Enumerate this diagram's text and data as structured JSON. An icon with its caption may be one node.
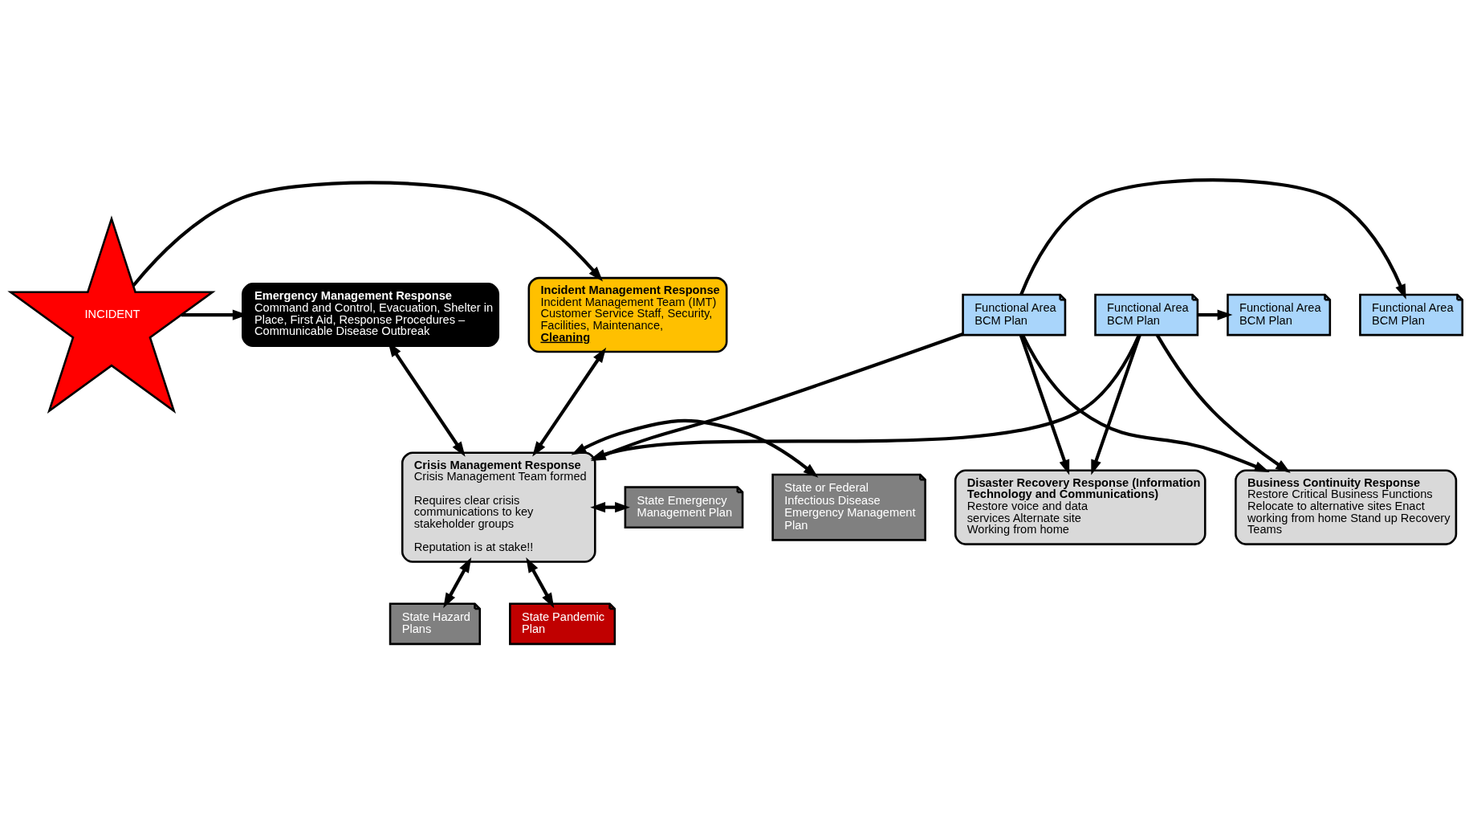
{
  "diagram": {
    "nodes": [
      {
        "text": [
          "INCIDENT"
        ]
      },
      {
        "text": [
          "Emergency Management Response",
          "Command and Control, Evacuation, Shelter in Place, First Aid, Response Procedures – Communicable Disease Outbreak"
        ]
      },
      {
        "text": [
          "Incident Management Response",
          "Incident Management Team (IMT) Customer Service Staff, Security, Facilities, Maintenance, **Cleaning**"
        ]
      },
      {
        "text": [
          "Crisis Management Response",
          "Crisis Management Team formed",
          "Requires clear crisis communications to key stakeholder groups",
          "Reputation is at stake!!"
        ]
      },
      {
        "text": [
          "State or Federal Infectious Disease Emergency Management Plan"
        ]
      },
      {
        "text": [
          "State Hazard Plans"
        ]
      },
      {
        "text": [
          "State Emergency Management Plan"
        ]
      },
      {
        "text": [
          "State Pandemic Plan"
        ]
      },
      {
        "text": [
          "Business Continuity Response",
          "Restore Critical Business Functions Relocate to alternative sites Enact working from home Stand up Recovery Teams"
        ]
      },
      {
        "text": [
          "Disaster Recovery Response (Information Technology and Communications)",
          "Restore voice and data services Alternate site Working from home"
        ]
      },
      {
        "text": [
          "Functional Area BCM Plan"
        ]
      },
      {
        "text": [
          "Functional Area BCM Plan"
        ]
      },
      {
        "text": [
          "Functional Area BCM Plan"
        ]
      },
      {
        "text": [
          "Functional Area BCM Plan"
        ]
      }
    ],
    "edges": [
      {
        "from": 0,
        "to": 1,
        "arrow": "to"
      },
      {
        "from": 0,
        "to": 2,
        "arrow": "to"
      },
      {
        "from": 1,
        "to": 3,
        "arrow": "both"
      },
      {
        "from": 2,
        "to": 3,
        "arrow": "both"
      },
      {
        "from": 3,
        "to": 4,
        "arrow": "both"
      },
      {
        "from": 3,
        "to": 5,
        "arrow": "both"
      },
      {
        "from": 3,
        "to": 6,
        "arrow": "both"
      },
      {
        "from": 3,
        "to": 7,
        "arrow": "both"
      },
      {
        "from": 11,
        "to": 3,
        "arrow": "to"
      },
      {
        "from": 12,
        "to": 3,
        "arrow": "to"
      },
      {
        "from": 11,
        "to": 8,
        "arrow": "to"
      },
      {
        "from": 12,
        "to": 8,
        "arrow": "to"
      },
      {
        "from": 11,
        "to": 9,
        "arrow": "to"
      },
      {
        "from": 12,
        "to": 9,
        "arrow": "to"
      },
      {
        "from": 11,
        "to": 10,
        "arrow": "to"
      },
      {
        "from": 12,
        "to": 13,
        "arrow": "to"
      }
    ]
  }
}
